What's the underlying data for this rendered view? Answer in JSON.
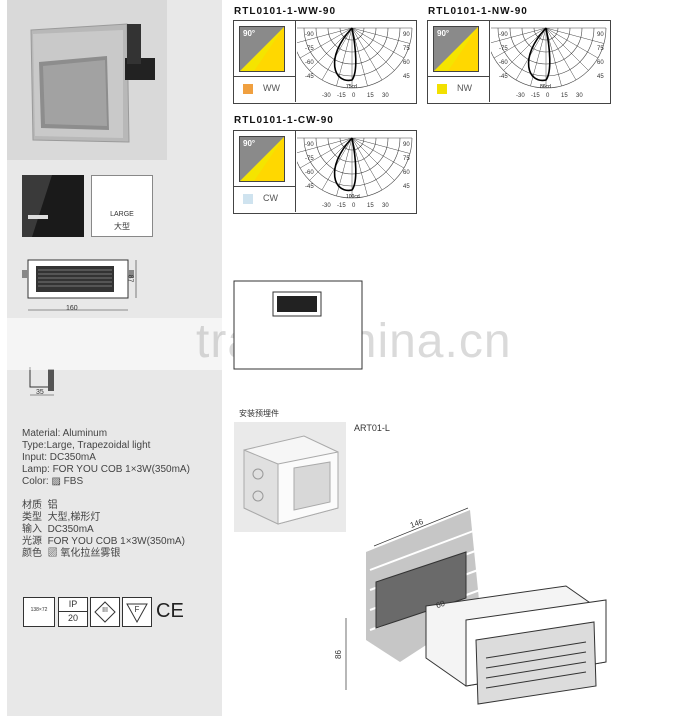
{
  "products": [
    {
      "code": "RTL0101-1-WW-90",
      "angle": "90°",
      "color_label": "WW",
      "swatch": "#f0a040",
      "peak": "75cd"
    },
    {
      "code": "RTL0101-1-NW-90",
      "angle": "90°",
      "color_label": "NW",
      "swatch": "#f2e000",
      "peak": "86cd"
    },
    {
      "code": "RTL0101-1-CW-90",
      "angle": "90°",
      "color_label": "CW",
      "swatch": "#cfe3ef",
      "peak": "100cd"
    }
  ],
  "polar_ticks": {
    "left": [
      "-90",
      "-75",
      "-60",
      "-45"
    ],
    "right": [
      "90",
      "75",
      "60",
      "45"
    ],
    "bottom": [
      "-30",
      "-15",
      "0",
      "15",
      "30"
    ]
  },
  "size_label": {
    "en": "LARGE",
    "zh": "大型"
  },
  "dims": {
    "width": "160",
    "height": "87",
    "depth": "35"
  },
  "specs_en": [
    "Material: Aluminum",
    "Type:Large, Trapezoidal light",
    "Input: DC350mA",
    "Lamp: FOR YOU COB  1×3W(350mA)",
    "Color:  ▨  FBS"
  ],
  "specs_zh": [
    {
      "k": "材质",
      "v": "铝"
    },
    {
      "k": "类型",
      "v": "大型,梯形灯"
    },
    {
      "k": "输入",
      "v": "DC350mA"
    },
    {
      "k": "光源",
      "v": "FOR YOU COB 1×3W(350mA)"
    },
    {
      "k": "颜色",
      "v": "▨  氧化拉丝雾银"
    }
  ],
  "certs": {
    "cutout": "138×72",
    "ip_label": "IP",
    "ip_value": "20",
    "class_mark": "III",
    "f_mark": "F",
    "ce": "CE"
  },
  "watermark": "trade.china.cn",
  "mounting": {
    "title": "安装预埋件",
    "part": "ART01-L"
  },
  "install_dims": {
    "w": "146",
    "d": "60",
    "h": "86"
  }
}
